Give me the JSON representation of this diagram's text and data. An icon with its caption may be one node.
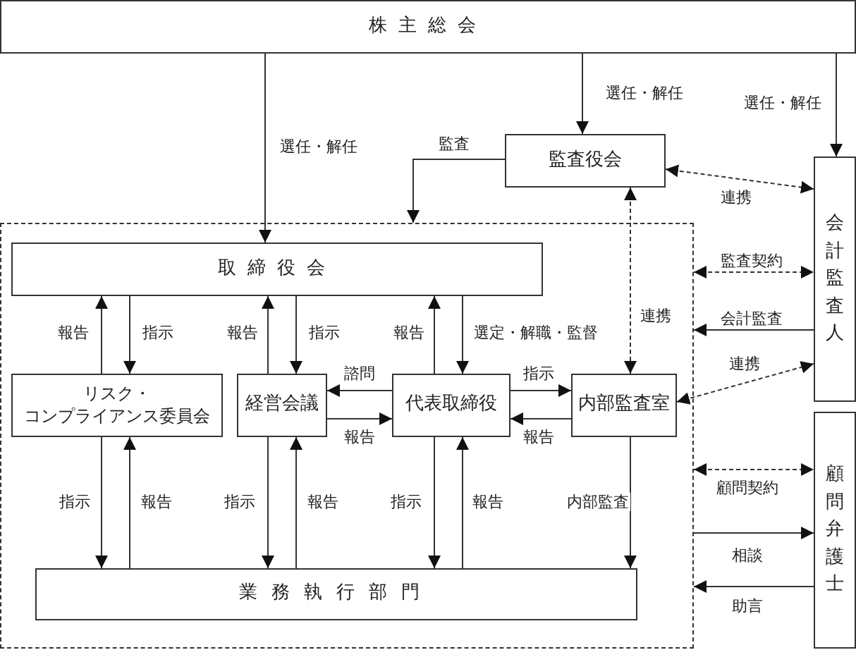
{
  "diagram": {
    "nodes": [
      {
        "text": [
          "株主総会"
        ]
      },
      {
        "text": [
          "監査役会"
        ]
      },
      {
        "text": [
          "会計監査人"
        ]
      },
      {
        "text": [],
        "shape": "box"
      },
      {
        "text": [
          "取締役会"
        ],
        "in": 3
      },
      {
        "text": [
          "リスク・コンプライアンス委員会"
        ],
        "in": 3
      },
      {
        "text": [
          "経営会議"
        ],
        "in": 3
      },
      {
        "text": [
          "代表取締役"
        ],
        "in": 3
      },
      {
        "text": [
          "内部監査室"
        ],
        "in": 3
      },
      {
        "text": [
          "業務執行部門"
        ],
        "in": 3
      },
      {
        "text": [
          "顧問弁護士"
        ]
      }
    ],
    "edges": [
      {
        "from": 0,
        "to": 4,
        "arrow": "to",
        "label": "選任・解任"
      },
      {
        "from": 0,
        "to": 1,
        "arrow": "to",
        "label": "選任・解任"
      },
      {
        "from": 0,
        "to": 2,
        "arrow": "to",
        "label": "選任・解任"
      },
      {
        "from": 1,
        "to": 3,
        "arrow": "to",
        "label": "監査"
      },
      {
        "from": 1,
        "to": 2,
        "arrow": "both",
        "label": "連携",
        "style": "dashed"
      },
      {
        "from": 1,
        "to": 8,
        "arrow": "both",
        "label": "連携",
        "style": "dashed"
      },
      {
        "from": 3,
        "to": 2,
        "arrow": "both",
        "label": "監査契約",
        "style": "dashed"
      },
      {
        "from": 2,
        "to": 3,
        "arrow": "to",
        "label": "会計監査"
      },
      {
        "from": 8,
        "to": 2,
        "arrow": "both",
        "label": "連携",
        "style": "dashed"
      },
      {
        "from": 5,
        "to": 4,
        "arrow": "to",
        "label": "報告"
      },
      {
        "from": 4,
        "to": 5,
        "arrow": "to",
        "label": "指示"
      },
      {
        "from": 6,
        "to": 4,
        "arrow": "to",
        "label": "報告"
      },
      {
        "from": 4,
        "to": 6,
        "arrow": "to",
        "label": "指示"
      },
      {
        "from": 7,
        "to": 4,
        "arrow": "to",
        "label": "報告"
      },
      {
        "from": 4,
        "to": 7,
        "arrow": "to",
        "label": "選定・解職・監督"
      },
      {
        "from": 7,
        "to": 6,
        "arrow": "to",
        "label": "諮問"
      },
      {
        "from": 6,
        "to": 7,
        "arrow": "to",
        "label": "報告"
      },
      {
        "from": 7,
        "to": 8,
        "arrow": "to",
        "label": "指示"
      },
      {
        "from": 8,
        "to": 7,
        "arrow": "to",
        "label": "報告"
      },
      {
        "from": 5,
        "to": 9,
        "arrow": "to",
        "label": "指示"
      },
      {
        "from": 9,
        "to": 5,
        "arrow": "to",
        "label": "報告"
      },
      {
        "from": 6,
        "to": 9,
        "arrow": "to",
        "label": "指示"
      },
      {
        "from": 9,
        "to": 6,
        "arrow": "to",
        "label": "報告"
      },
      {
        "from": 7,
        "to": 9,
        "arrow": "to",
        "label": "指示"
      },
      {
        "from": 9,
        "to": 7,
        "arrow": "to",
        "label": "報告"
      },
      {
        "from": 8,
        "to": 9,
        "arrow": "to",
        "label": "内部監査"
      },
      {
        "from": 3,
        "to": 10,
        "arrow": "both",
        "label": "顧問契約",
        "style": "dashed"
      },
      {
        "from": 3,
        "to": 10,
        "arrow": "to",
        "label": "相談"
      },
      {
        "from": 10,
        "to": 3,
        "arrow": "to",
        "label": "助言"
      }
    ]
  }
}
